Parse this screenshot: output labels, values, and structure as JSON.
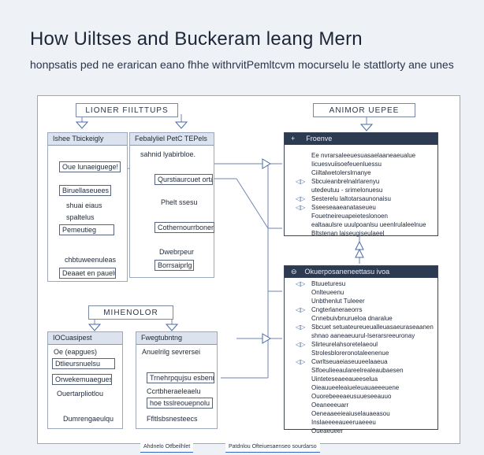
{
  "title": "How Uiltses and Buckeram leang Mern",
  "subtitle": "honpsatis ped ne erarican eano fhhe withrvitPemltcvm mocurselu le stattlorty ane unes",
  "tags": {
    "left_top": "LIONER FIILTTUPS",
    "right_top": "ANIMOR UEPEE",
    "left_bottom": "MIHENOLOR"
  },
  "col1": {
    "header": "Ishee Tbickeigly",
    "nodes": [
      "Oue lunaeiguege!",
      "Biruellaseuees",
      "shuai eiaus",
      "spaltelus",
      "Pemeutieg",
      "chbtuweenuleas",
      "Deaaet en pauelus"
    ]
  },
  "col2": {
    "header": "Febalyliel PetC TEPels",
    "nodes": [
      "sahnid lyabirbloe.",
      "Qurstiaurcuet orta",
      "Phelt ssesu",
      "Cothernourrboneny",
      "Dwebrpeur",
      "Borrsaiprlg"
    ]
  },
  "col3": {
    "header": "IOCuasipest",
    "nodes": [
      "Oe (eapgues)",
      "Dtlieursnuelsu",
      "Orwekemuaegues",
      "Ouertarpliotlou",
      "Dumrengaeulqu"
    ]
  },
  "col4": {
    "header": "Fwegtubntng",
    "nodes": [
      "Anuelrilg sevrersei",
      "Trnehrpqujsu esbenrs",
      "Ccrtbheraeleaelu",
      "hoe tsslreouepnolu",
      "Ffltlsbsnesteecs"
    ]
  },
  "upper_box": {
    "header": "Froenve",
    "rows": [
      {
        "mark": "",
        "text": "Ee nvrarsaleeuesuasaelaaneaeualue"
      },
      {
        "mark": "",
        "text": "Iicuesvuiisoefeuenluessu"
      },
      {
        "mark": "",
        "text": "Ciiltalwetolerslrnanye"
      },
      {
        "mark": "◁▷",
        "text": "Sbcuieanbrelnalrlarenyu"
      },
      {
        "mark": "",
        "text": "utedeutuu - srimelonuesu"
      },
      {
        "mark": "◁▷",
        "text": "Sesterelu laltotarsaunonaisu"
      },
      {
        "mark": "◁▷",
        "text": "Sseeseaaeanataseueu"
      },
      {
        "mark": "",
        "text": "Fouetneireuapeieteslonoen"
      },
      {
        "mark": "",
        "text": "ealtaaulsre uuulpoanlsu ueenlrulaleelnue"
      },
      {
        "mark": "",
        "text": "Bltstenan laiseugiseulaeel"
      }
    ]
  },
  "lower_box": {
    "header": "Okuerposaneneettasu ivoa",
    "rows": [
      {
        "mark": "◁▷",
        "text": "Btuueturesu"
      },
      {
        "mark": "",
        "text": "Onlteueenu"
      },
      {
        "mark": "",
        "text": "Unbthenlut Tuleeer"
      },
      {
        "mark": "◁▷",
        "text": "Cngterlaneraeorrs"
      },
      {
        "mark": "",
        "text": "Cnnebuivbnurueloa dnaralue"
      },
      {
        "mark": "◁▷",
        "text": "Sbcuet setuateureueualleuasaeuraseaanen"
      },
      {
        "mark": "",
        "text": "shnao aaneaeuurul-lserarsreeuronay"
      },
      {
        "mark": "◁▷",
        "text": "Slirteurelahsoretelaeoul"
      },
      {
        "mark": "",
        "text": "Strolesbloreronotaleenenue"
      },
      {
        "mark": "◁▷",
        "text": "Cwrltseuaeiaseuueelaaeua"
      },
      {
        "mark": "",
        "text": "Slfoeulieeaulareelrealeaubaesen"
      },
      {
        "mark": "",
        "text": "Uinteteseaeeaueeselua"
      },
      {
        "mark": "",
        "text": "Oieauueeleaiueleuauaeeeuene"
      },
      {
        "mark": "",
        "text": "Ouorebeeeaeusuueseeauuo"
      },
      {
        "mark": "",
        "text": "Oeaneeeuarr"
      },
      {
        "mark": "",
        "text": "Oeneaaeeieaiuselauaeasou"
      },
      {
        "mark": "",
        "text": "Inslaeeeeaueeruaeeeu"
      },
      {
        "mark": "",
        "text": "Oueaeueer"
      }
    ]
  },
  "footer": {
    "left": "Ahdnelo Otfbeilhlet",
    "right": "Patdnlou Ofteiuesaenseo sourdarso"
  }
}
